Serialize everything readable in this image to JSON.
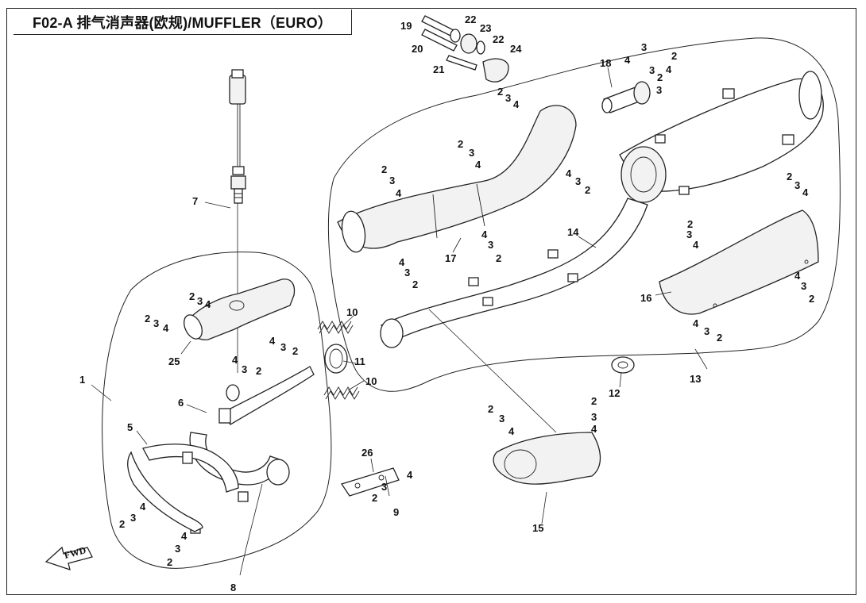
{
  "title": "F02-A 排气消声器(欧规)/MUFFLER（EURO）",
  "fwd_label": "FWD",
  "callouts": [
    {
      "id": "c1",
      "text": "1"
    },
    {
      "id": "c5",
      "text": "5"
    },
    {
      "id": "c6",
      "text": "6"
    },
    {
      "id": "c7",
      "text": "7"
    },
    {
      "id": "c8",
      "text": "8"
    },
    {
      "id": "c9",
      "text": "9"
    },
    {
      "id": "c10a",
      "text": "10"
    },
    {
      "id": "c10b",
      "text": "10"
    },
    {
      "id": "c11",
      "text": "11"
    },
    {
      "id": "c12",
      "text": "12"
    },
    {
      "id": "c13",
      "text": "13"
    },
    {
      "id": "c14",
      "text": "14"
    },
    {
      "id": "c15",
      "text": "15"
    },
    {
      "id": "c16",
      "text": "16"
    },
    {
      "id": "c17",
      "text": "17"
    },
    {
      "id": "c18",
      "text": "18"
    },
    {
      "id": "c19",
      "text": "19"
    },
    {
      "id": "c20",
      "text": "20"
    },
    {
      "id": "c21",
      "text": "21"
    },
    {
      "id": "c22a",
      "text": "22"
    },
    {
      "id": "c22b",
      "text": "22"
    },
    {
      "id": "c23",
      "text": "23"
    },
    {
      "id": "c24",
      "text": "24"
    },
    {
      "id": "c25",
      "text": "25"
    },
    {
      "id": "c26",
      "text": "26"
    }
  ],
  "fastener_groups": [
    {
      "id": "f1",
      "labels": [
        "2",
        "3",
        "4"
      ]
    },
    {
      "id": "f2",
      "labels": [
        "2",
        "3",
        "4"
      ]
    },
    {
      "id": "f3",
      "labels": [
        "2",
        "3",
        "4"
      ]
    },
    {
      "id": "f4",
      "labels": [
        "2",
        "3",
        "4"
      ]
    },
    {
      "id": "f5",
      "labels": [
        "2",
        "3",
        "4"
      ]
    },
    {
      "id": "f6",
      "labels": [
        "2",
        "3",
        "4"
      ]
    },
    {
      "id": "f7",
      "labels": [
        "2",
        "3",
        "4"
      ]
    },
    {
      "id": "f8",
      "labels": [
        "2",
        "3",
        "4"
      ]
    },
    {
      "id": "f9",
      "labels": [
        "2",
        "3",
        "4"
      ]
    },
    {
      "id": "f10",
      "labels": [
        "2",
        "3",
        "4"
      ]
    },
    {
      "id": "f11",
      "labels": [
        "2",
        "3",
        "4"
      ]
    },
    {
      "id": "f12",
      "labels": [
        "2",
        "3",
        "4"
      ]
    },
    {
      "id": "f13",
      "labels": [
        "2",
        "3",
        "4"
      ]
    },
    {
      "id": "f14",
      "labels": [
        "2",
        "3",
        "4"
      ]
    },
    {
      "id": "f15",
      "labels": [
        "2",
        "3",
        "4"
      ]
    },
    {
      "id": "f16",
      "labels": [
        "2",
        "3",
        "4"
      ]
    },
    {
      "id": "f17",
      "labels": [
        "2",
        "3",
        "4"
      ]
    },
    {
      "id": "f18",
      "labels": [
        "2",
        "3",
        "4"
      ]
    },
    {
      "id": "f19",
      "labels": [
        "2",
        "3",
        "4"
      ]
    },
    {
      "id": "f20",
      "labels": [
        "2",
        "3",
        "4"
      ]
    },
    {
      "id": "f21",
      "labels": [
        "2",
        "3",
        "4"
      ]
    }
  ],
  "extra_labels": [
    {
      "id": "x3",
      "text": "3"
    }
  ]
}
